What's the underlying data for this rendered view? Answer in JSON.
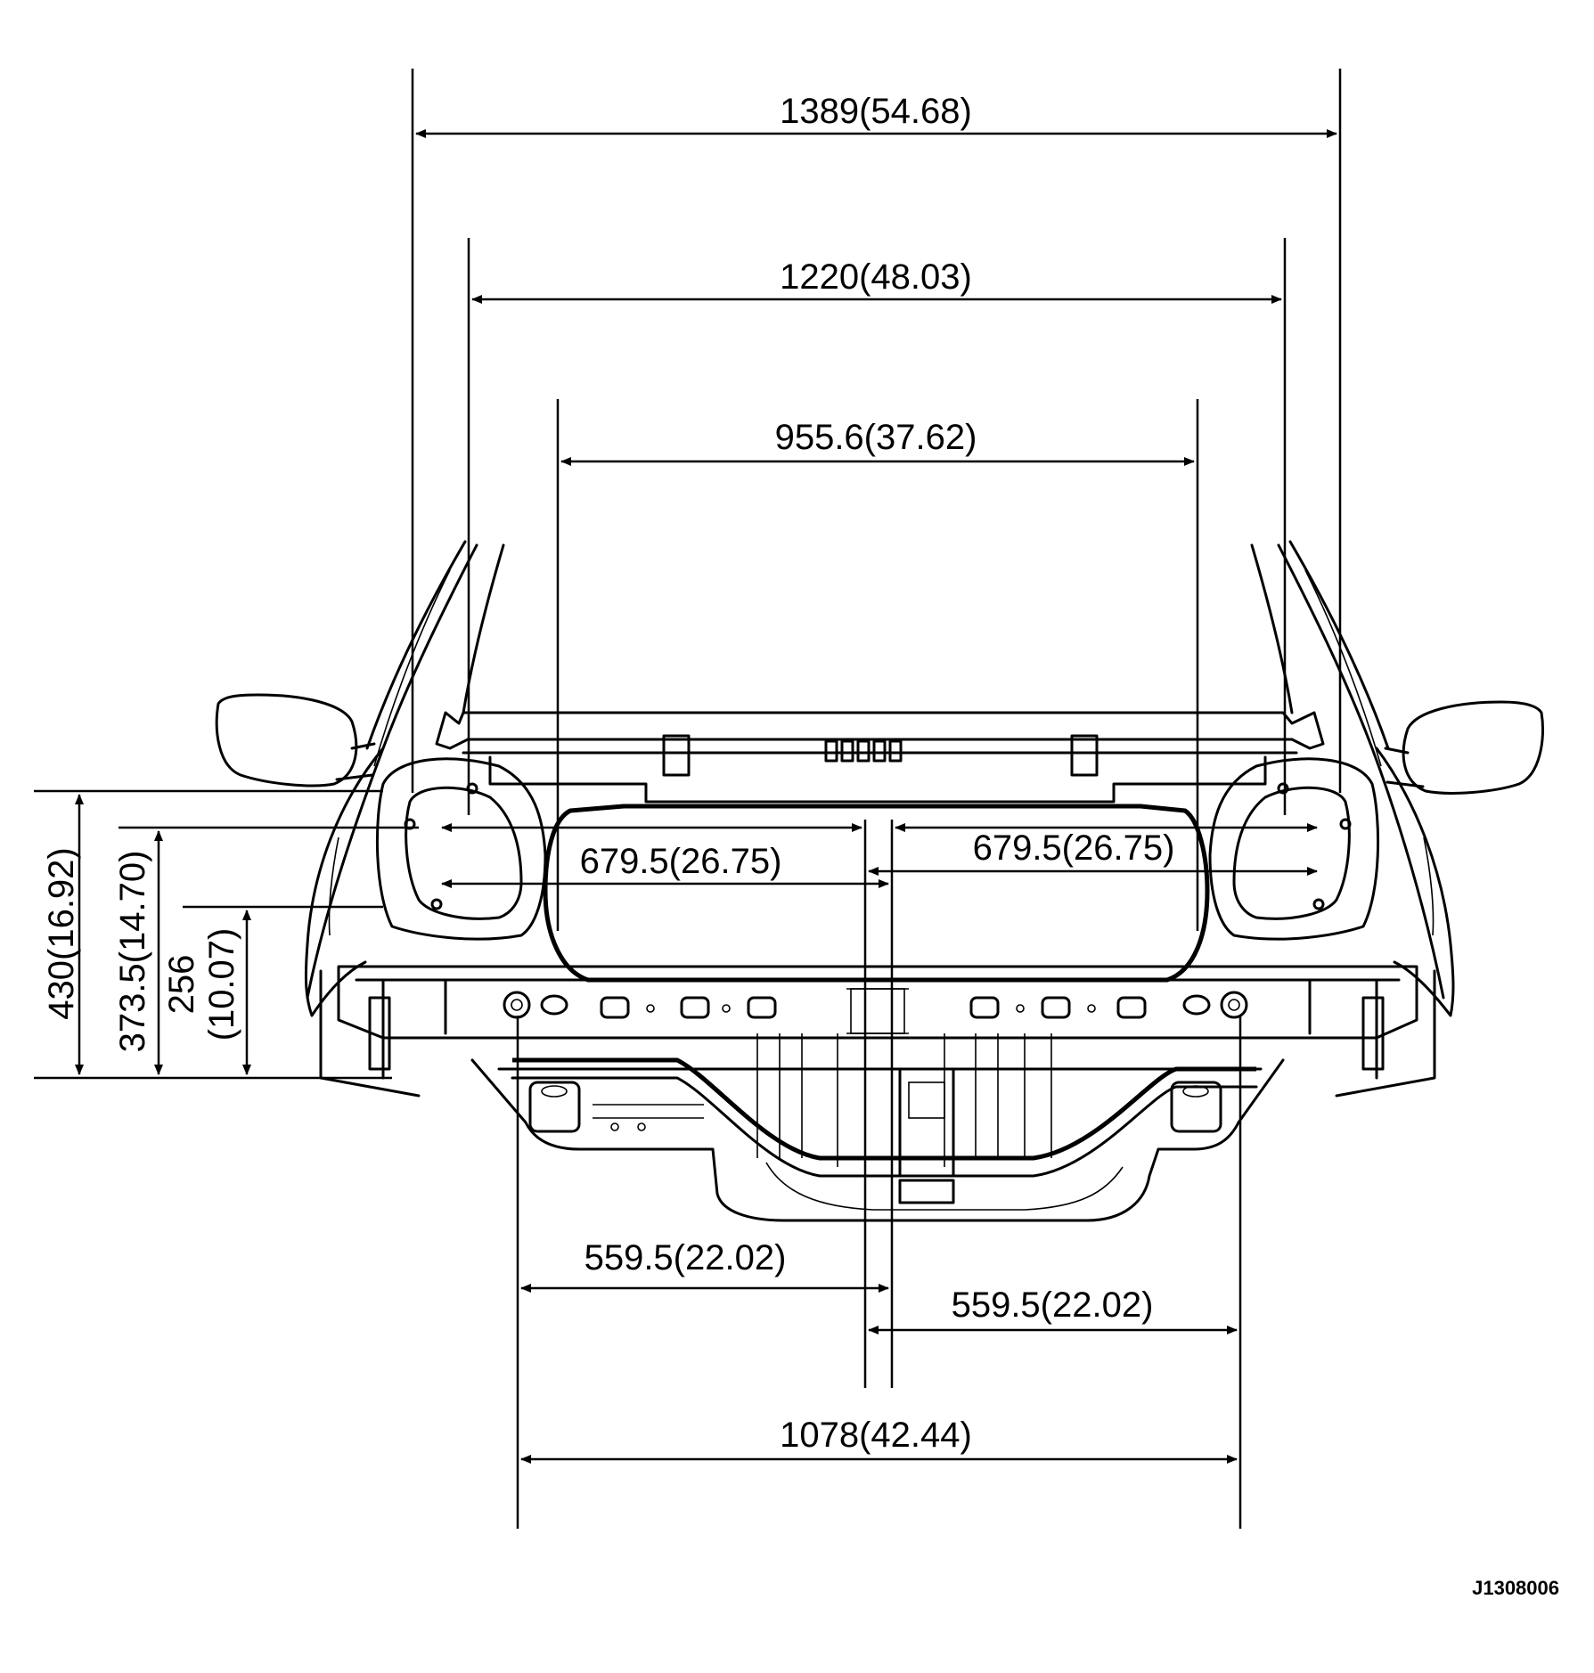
{
  "figure_code": "J1308006",
  "dimensions": {
    "overall_top": "1389(54.68)",
    "second_top": "1220(48.03)",
    "third_top": "955.6(37.62)",
    "mid_left": "679.5(26.75)",
    "mid_right": "679.5(26.75)",
    "bottom_left_half": "559.5(22.02)",
    "bottom_right_half": "559.5(22.02)",
    "bottom_overall": "1078(42.44)",
    "vertical_outer": "430(16.92)",
    "vertical_middle": "373.5(14.70)",
    "vertical_inner_value": "256",
    "vertical_inner_inch": "(10.07)"
  }
}
